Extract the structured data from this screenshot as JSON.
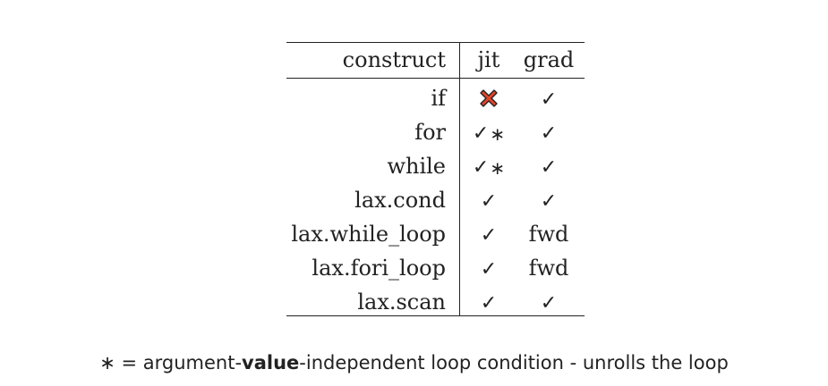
{
  "table": {
    "headers": {
      "construct": "construct",
      "jit": "jit",
      "grad": "grad"
    },
    "rows": [
      {
        "construct": "if",
        "jit": "",
        "jit_mark": "x",
        "grad": "✓",
        "grad_mark": "check"
      },
      {
        "construct": "for",
        "jit": "✓",
        "jit_mark": "check-star",
        "grad": "✓",
        "grad_mark": "check"
      },
      {
        "construct": "while",
        "jit": "✓",
        "jit_mark": "check-star",
        "grad": "✓",
        "grad_mark": "check"
      },
      {
        "construct": "lax.cond",
        "jit": "✓",
        "jit_mark": "check",
        "grad": "✓",
        "grad_mark": "check"
      },
      {
        "construct": "lax.while_loop",
        "jit": "✓",
        "jit_mark": "check",
        "grad": "fwd",
        "grad_mark": "text"
      },
      {
        "construct": "lax.fori_loop",
        "jit": "✓",
        "jit_mark": "check",
        "grad": "fwd",
        "grad_mark": "text"
      },
      {
        "construct": "lax.scan",
        "jit": "✓",
        "jit_mark": "check",
        "grad": "✓",
        "grad_mark": "check"
      }
    ],
    "star_symbol": "∗",
    "x_icon": "red-x-icon",
    "x_color": "#e0452b"
  },
  "footnote": {
    "prefix": "∗ = argument-",
    "bold": "value",
    "suffix": "-independent loop condition - unrolls the loop"
  }
}
